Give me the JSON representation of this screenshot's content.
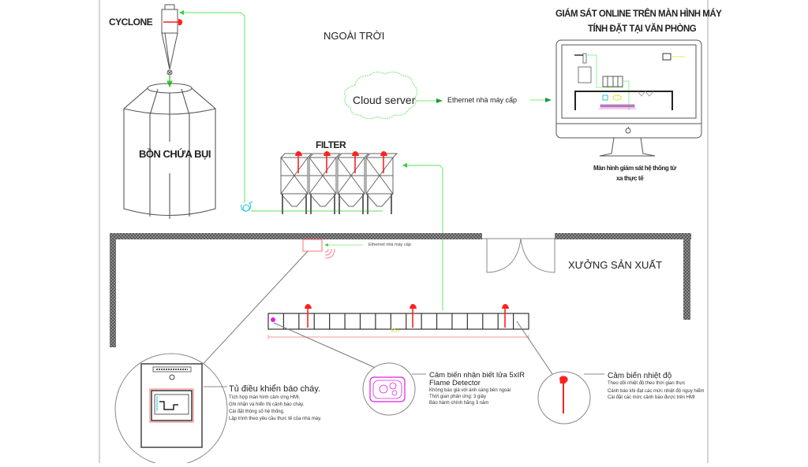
{
  "diagram": {
    "labels": {
      "cyclone": "CYCLONE",
      "outdoor": "NGOÀI TRỜI",
      "hmi_title_line1": "GIÁM SÁT ONLINE TRÊN MÀN HÌNH MÁY",
      "hmi_title_line2": "TÍNH  ĐẶT TẠI VĂN PHÒNG",
      "cloud_server": "Cloud server",
      "ethernet_top": "Ethernet nhà máy cấp",
      "filter": "FILTER",
      "dust_tank": "BỒN CHỨA BỤI",
      "monitor_caption_line1": "Màn hình giám sát hệ thống từ",
      "monitor_caption_line2": "xa thực tế",
      "ethernet_workshop": "Ethernet nhà máy cấp",
      "workshop": "XƯỞNG SẢN XUẤT",
      "duct_length": "50m"
    },
    "callouts": {
      "fire_cabinet": {
        "title": "Tủ điều khiển báo cháy.",
        "lines": [
          "Tích hợp màn hình cảm ứng HMI.",
          "Ghi nhận và hiển thị cảnh báo cháy.",
          "Cài đặt thông số hệ thống.",
          "Lập trình theo yêu cầu thực tế của nhà máy."
        ]
      },
      "flame_detector": {
        "title_line1": "Cảm biến nhận biết lửa 5xIR",
        "title_line2": "Flame Detector",
        "lines": [
          "Không báo giả với ánh sáng bên ngoài",
          "Thời gian phản ứng: 3 giây",
          "Bảo hành chính hãng 3 năm"
        ]
      },
      "temp_sensor": {
        "title": "Cảm biến nhiệt độ",
        "lines": [
          "Theo dõi nhiệt độ theo thời gian thực",
          "Cảnh báo khi đạt các mức nhiệt độ nguy hiểm",
          "Cài đặt các mức cảnh báo được trên HMI"
        ]
      }
    },
    "colors": {
      "line": "#555555",
      "pipe_green": "#7ee87e",
      "arrow_green": "#1a9c3a",
      "sensor_red": "#ff2020",
      "flame_magenta": "#e020e0",
      "wall": "#7a7a7a",
      "fan_cyan": "#20c0e0"
    }
  }
}
